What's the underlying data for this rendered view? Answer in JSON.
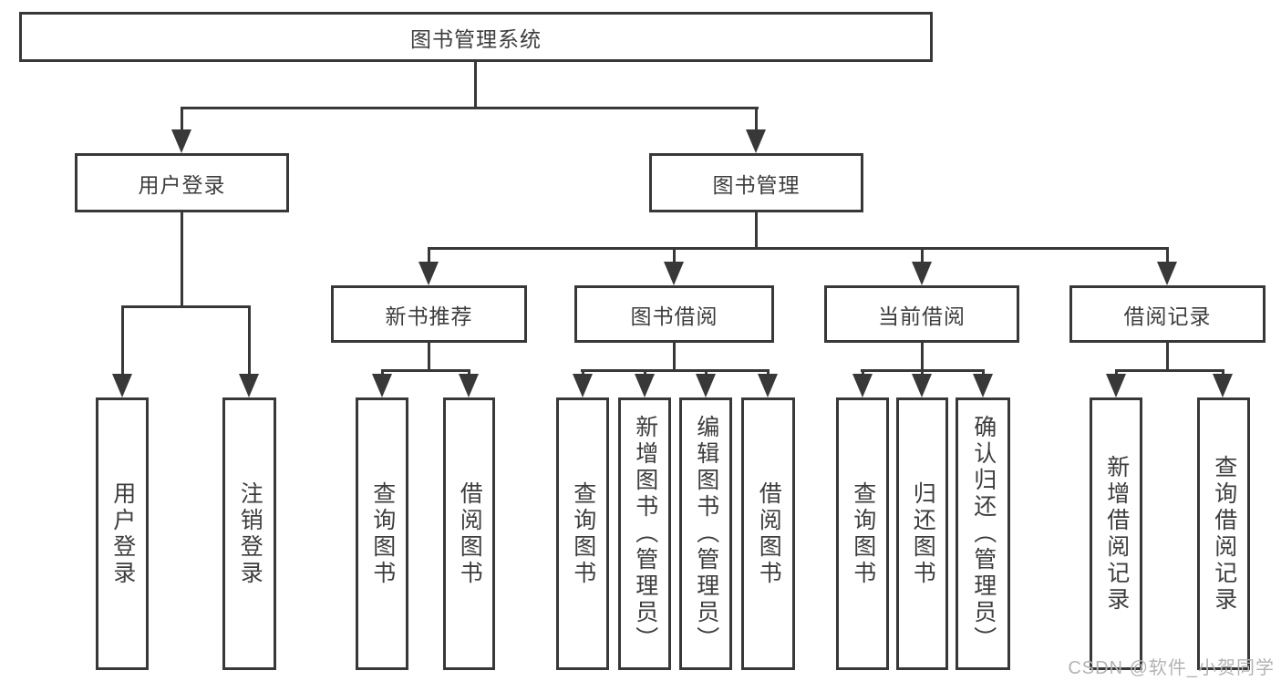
{
  "diagram": {
    "type": "tree",
    "root": "图书管理系统",
    "l2": [
      "用户登录",
      "图书管理"
    ],
    "l3": [
      "新书推荐",
      "图书借阅",
      "当前借阅",
      "借阅记录"
    ],
    "leaves_user_login": [
      "用户登录",
      "注销登录"
    ],
    "leaves_new_book": [
      "查询图书",
      "借阅图书"
    ],
    "leaves_book_borrow": [
      "查询图书",
      "新增图书（管理员）",
      "编辑图书（管理员）",
      "借阅图书"
    ],
    "leaves_current_borrow": [
      "查询图书",
      "归还图书",
      "确认归还（管理员）"
    ],
    "leaves_borrow_record": [
      "新增借阅记录",
      "查询借阅记录"
    ]
  },
  "watermark": {
    "text": "CSDN @软件_小贺同学",
    "color": "#b3b3b3"
  },
  "colors": {
    "line": "#383838",
    "text": "#3d3d3d",
    "background": "#ffffff",
    "box_fill": "#ffffff"
  }
}
